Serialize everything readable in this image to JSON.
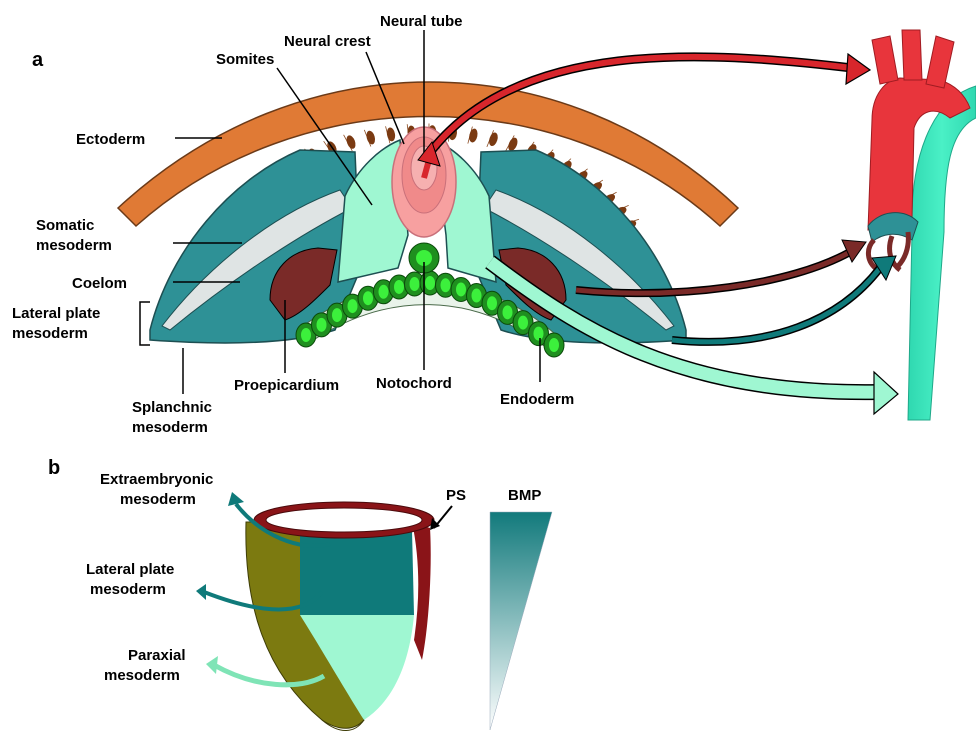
{
  "panel_a": {
    "letter": "a",
    "labels": {
      "neural_tube": "Neural tube",
      "neural_crest": "Neural crest",
      "somites": "Somites",
      "ectoderm": "Ectoderm",
      "somatic_line1": "Somatic",
      "somatic_line2": "mesoderm",
      "coelom": "Coelom",
      "lateral_line1": "Lateral plate",
      "lateral_line2": "mesoderm",
      "splanchnic_line1": "Splanchnic",
      "splanchnic_line2": "mesoderm",
      "proepicardium": "Proepicardium",
      "notochord": "Notochord",
      "endoderm": "Endoderm"
    }
  },
  "panel_b": {
    "letter": "b",
    "labels": {
      "extraembryonic_line1": "Extraembryonic",
      "extraembryonic_line2": "mesoderm",
      "lateral_line1": "Lateral plate",
      "lateral_line2": "mesoderm",
      "paraxial_line1": "Paraxial",
      "paraxial_line2": "mesoderm",
      "ps": "PS",
      "bmp": "BMP"
    }
  },
  "colors": {
    "ectoderm": "#e07a35",
    "nucleus": "#7a3a12",
    "mesoderm_teal": "#2e9196",
    "coelom": "#dfe4e4",
    "somite": "#9ff7d2",
    "neural_tube": "#f7a0a0",
    "proepicardium": "#7a2a28",
    "notochord": "#2ed12e",
    "endoderm": "#1f8f1f",
    "artery_red": "#e8353c",
    "aorta_cyan": "#3de8bc",
    "olive": "#7c7a10",
    "ring_red": "#8a1418",
    "dark_teal": "#0f7a7a",
    "light_green": "#9ff7d2"
  }
}
